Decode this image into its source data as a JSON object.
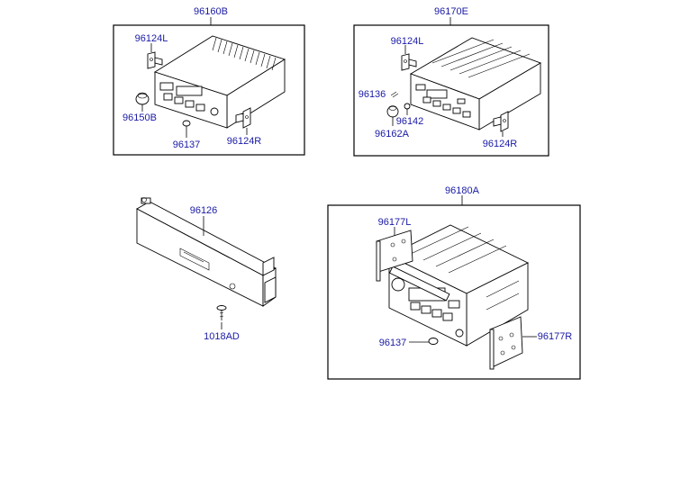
{
  "labels": {
    "g1_title": "96160B",
    "g1_l": "96124L",
    "g1_b": "96150B",
    "g1_c": "96137",
    "g1_r": "96124R",
    "g2_title": "96170E",
    "g2_l": "96124L",
    "g2_a": "96136",
    "g2_b": "96142",
    "g2_c": "96162A",
    "g2_r": "96124R",
    "g3_title": "96126",
    "g3_screw": "1018AD",
    "g4_title": "96180A",
    "g4_l": "96177L",
    "g4_c": "96137",
    "g4_r": "96177R"
  },
  "colors": {
    "label": "#1a1aa6",
    "line": "#000000",
    "background": "#ffffff"
  }
}
